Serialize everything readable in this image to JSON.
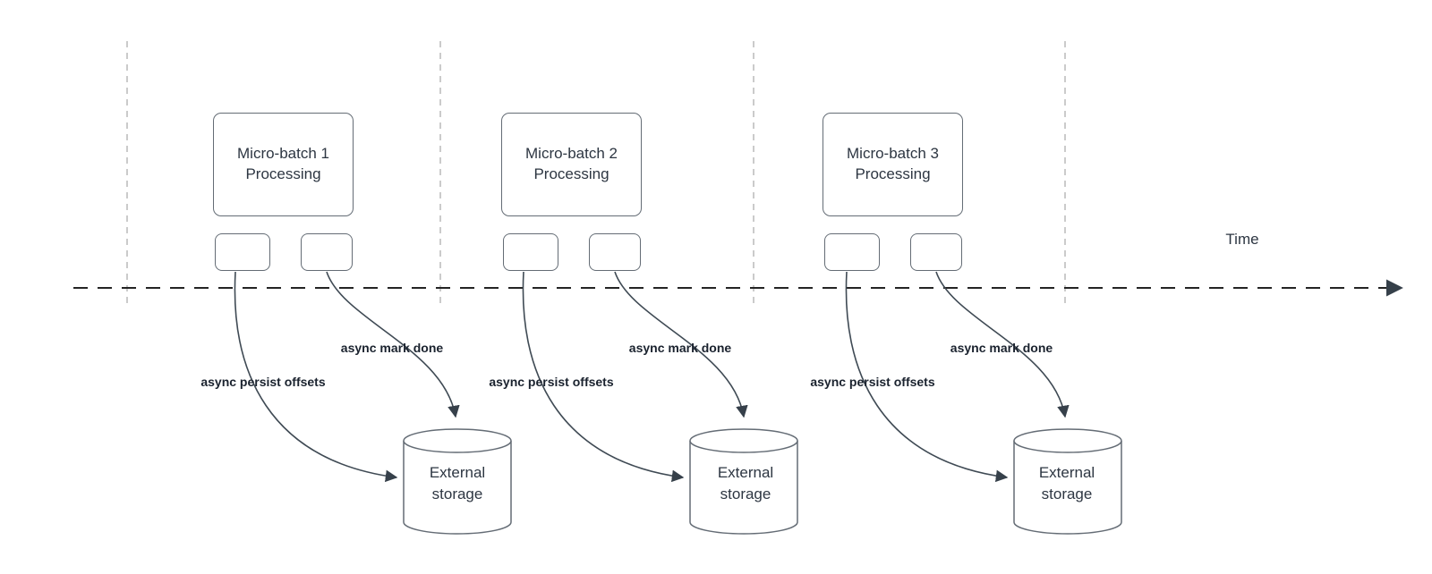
{
  "diagram": {
    "time_label": "Time",
    "colors": {
      "shape_border": "#646c75",
      "shape_text": "#2d3642",
      "label_text": "#1a222e",
      "timeline_line": "#242424",
      "guide_line": "#b5b5b5",
      "arrow_line": "#3f4a54"
    },
    "batches": [
      {
        "title": "Micro-batch 1\nProcessing",
        "persist_label": "async persist offsets",
        "mark_label": "async mark done",
        "storage": "External\nstorage"
      },
      {
        "title": "Micro-batch 2\nProcessing",
        "persist_label": "async persist offsets",
        "mark_label": "async mark done",
        "storage": "External\nstorage"
      },
      {
        "title": "Micro-batch 3\nProcessing",
        "persist_label": "async persist offsets",
        "mark_label": "async mark done",
        "storage": "External\nstorage"
      }
    ]
  }
}
